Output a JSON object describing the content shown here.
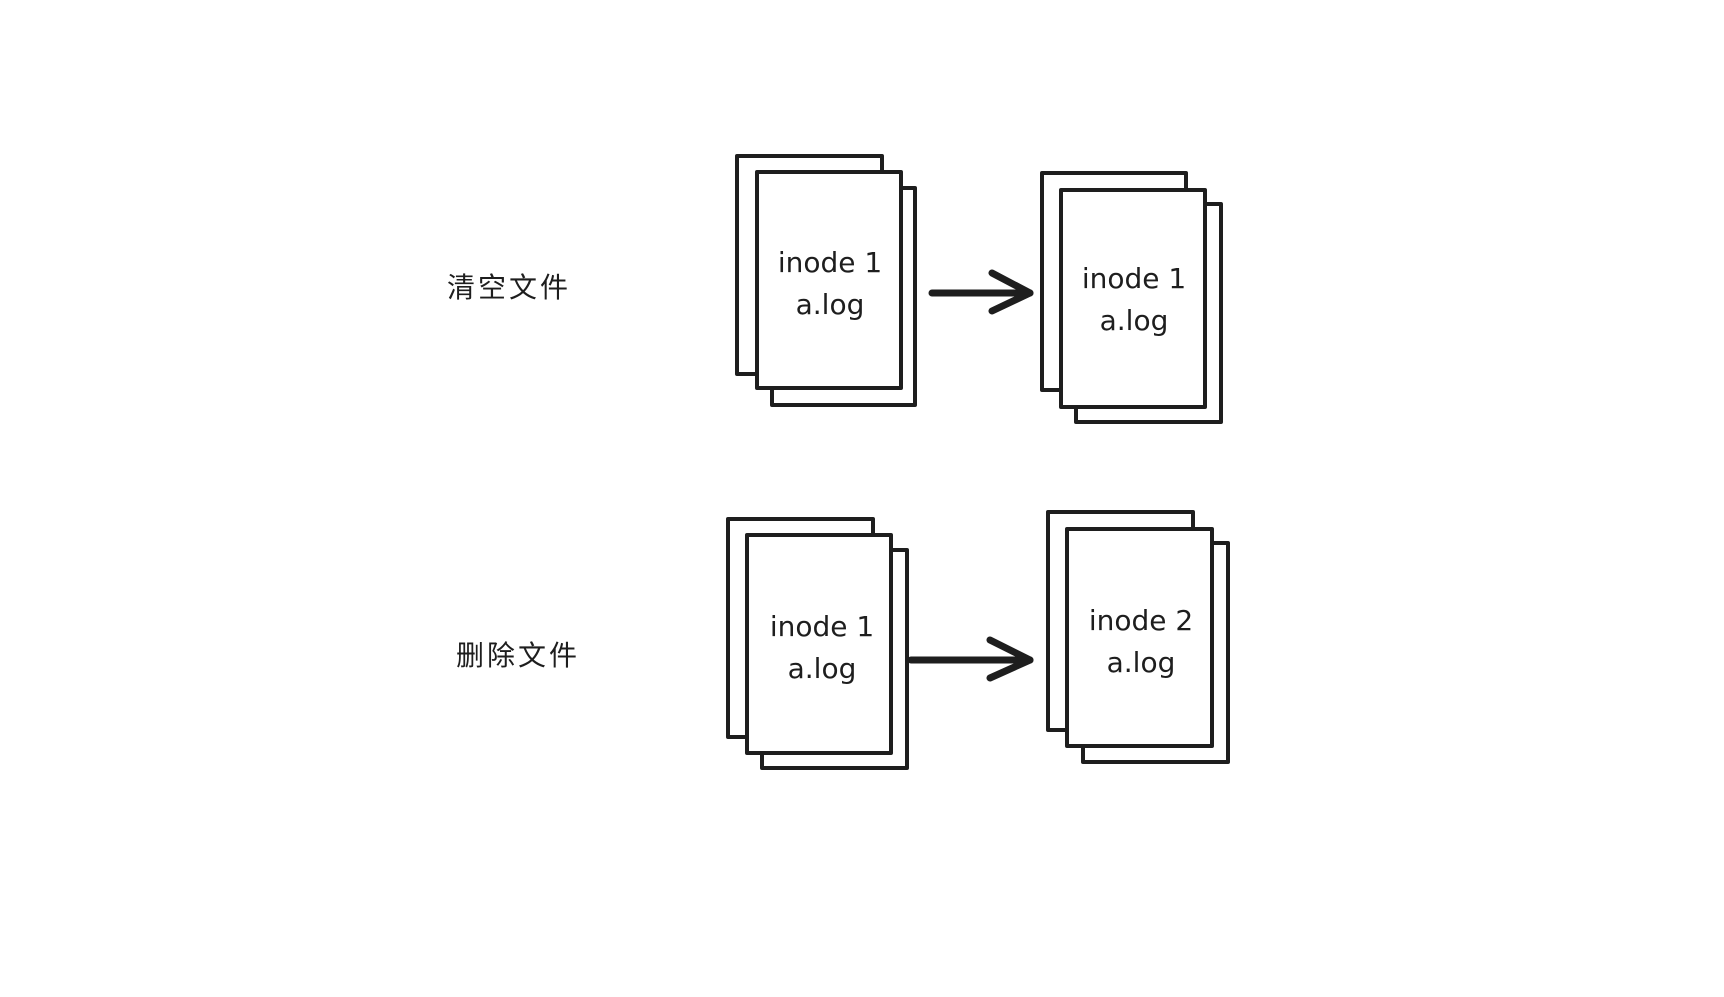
{
  "rows": [
    {
      "label": "清空文件",
      "before": {
        "line1": "inode 1",
        "line2": "a.log"
      },
      "after": {
        "line1": "inode 1",
        "line2": "a.log"
      }
    },
    {
      "label": "删除文件",
      "before": {
        "line1": "inode 1",
        "line2": "a.log"
      },
      "after": {
        "line1": "inode 2",
        "line2": "a.log"
      }
    }
  ],
  "colors": {
    "stroke": "#1e1e1e",
    "background": "#ffffff"
  }
}
